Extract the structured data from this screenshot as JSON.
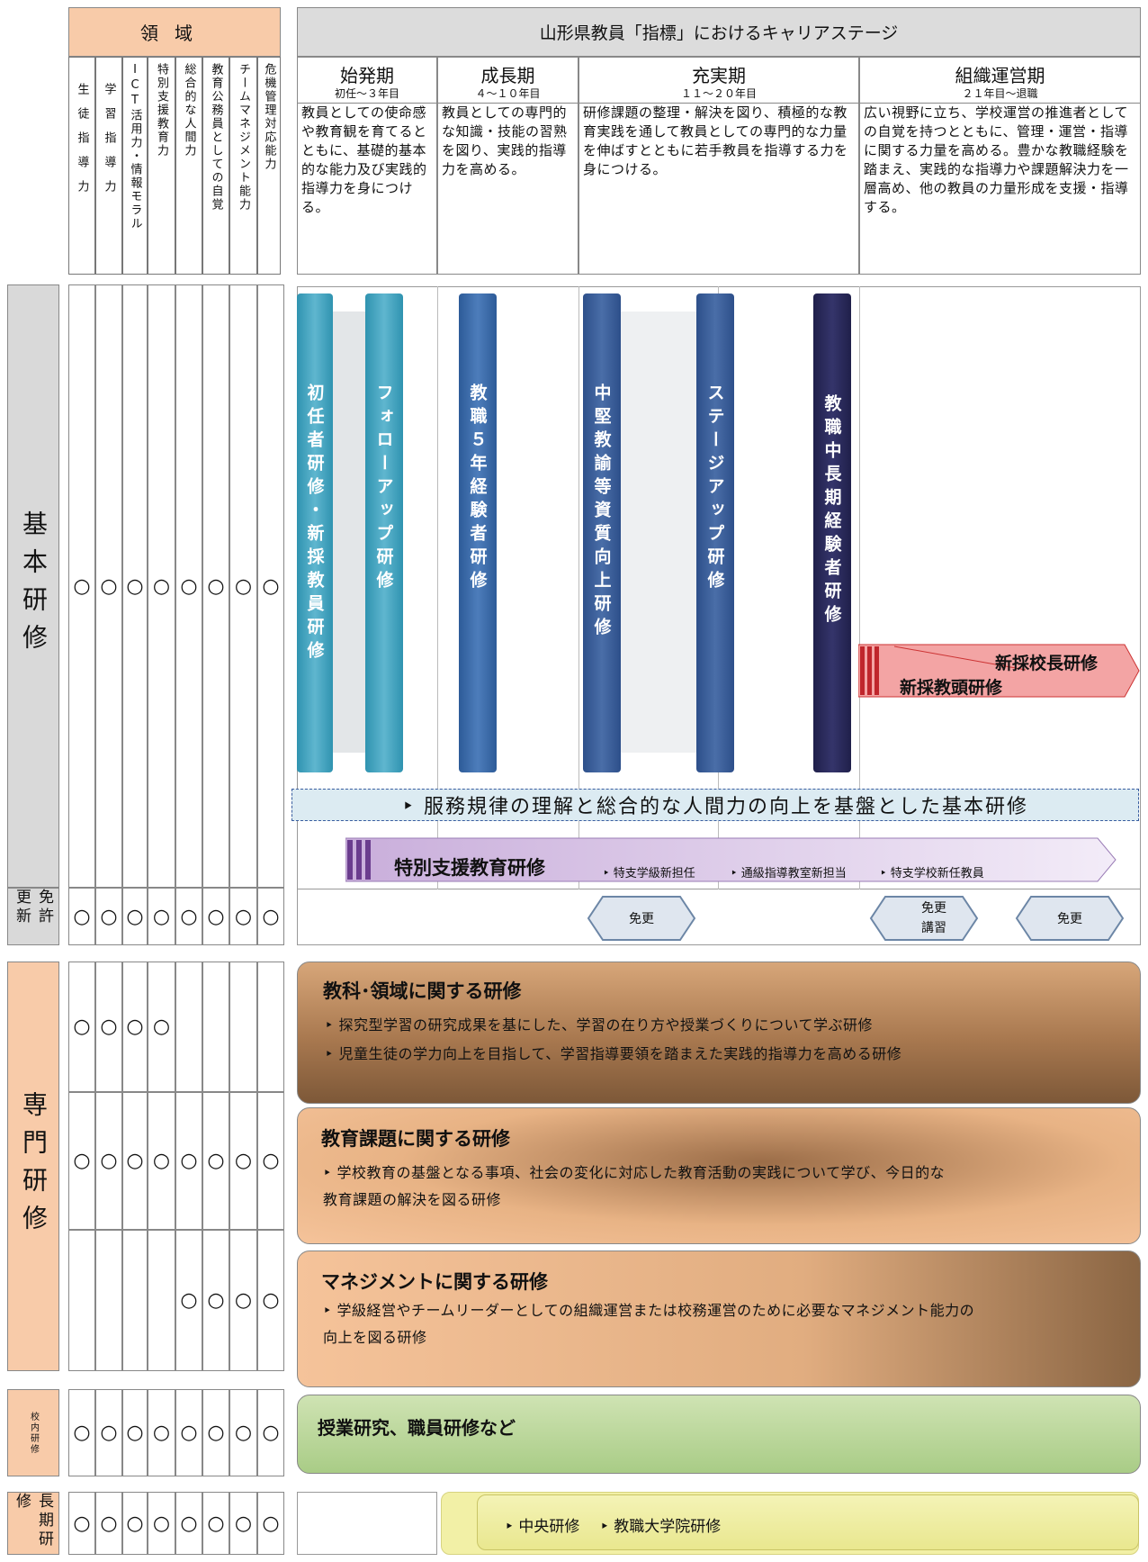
{
  "domains": {
    "title": "領域",
    "columns": [
      "生徒指導力",
      "学習指導力",
      "ICT活用力・情報モラル",
      "特別支援教育力",
      "総合的な人間力",
      "教育公務員としての自覚",
      "チームマネジメント能力",
      "危機管理対応能力"
    ]
  },
  "career": {
    "title": "山形県教員「指標」におけるキャリアステージ",
    "stages": [
      {
        "name": "始発期",
        "years": "初任～３年目",
        "desc": "教員としての使命感や教育観を育てるとともに、基礎的基本的な能力及び実践的指導力を身につける。"
      },
      {
        "name": "成長期",
        "years": "４～１０年目",
        "desc": "教員としての専門的な知識・技能の習熟を図り、実践的指導力を高める。"
      },
      {
        "name": "充実期",
        "years": "１１～２０年目",
        "desc": "研修課題の整理・解決を図り、積極的な教育実践を通して教員としての専門的な力量を伸ばすとともに若手教員を指導する力を身につける。"
      },
      {
        "name": "組織運営期",
        "years": "２１年目～退職",
        "desc": "広い視野に立ち、学校運営の推進者としての自覚を持つとともに、管理・運営・指導に関する力量を高める。豊かな教職経験を踏まえ、実践的な指導力や課題解決力を一層高め、他の教員の力量形成を支援・指導する。"
      }
    ]
  },
  "mark": "○",
  "rows": {
    "kihon": {
      "label": "基本研修",
      "marks": [
        true,
        true,
        true,
        true,
        true,
        true,
        true,
        true
      ]
    },
    "menkyo": {
      "label": "免許更新",
      "marks": [
        true,
        true,
        true,
        true,
        true,
        true,
        true,
        true
      ]
    },
    "senmon": {
      "label": "専門研修",
      "r1": [
        true,
        true,
        true,
        true,
        false,
        false,
        false,
        false
      ],
      "r2": [
        true,
        true,
        true,
        true,
        true,
        true,
        true,
        true
      ],
      "r3": [
        false,
        false,
        false,
        false,
        true,
        true,
        true,
        true
      ]
    },
    "konai": {
      "label": "校内研修",
      "marks": [
        true,
        true,
        true,
        true,
        true,
        true,
        true,
        true
      ]
    },
    "choki": {
      "label": "長期研修",
      "marks": [
        true,
        true,
        true,
        true,
        true,
        true,
        true,
        true
      ]
    }
  },
  "books": [
    "初任者研修・新採教員研修",
    "フォローアップ研修",
    "教職５年経験者研修",
    "中堅教諭等資質向上研修",
    "ステージアップ研修",
    "教職中長期経験者研修"
  ],
  "principal": {
    "a": "新採校長研修",
    "b": "新採教頭研修"
  },
  "kihon_banner": "‣ 服務規律の理解と総合的な人間力の向上を基盤とした基本研修",
  "tokushi": {
    "title": "特別支援教育研修",
    "items": [
      "‣ 特支学級新担任",
      "‣ 通級指導教室新担当",
      "‣ 特支学校新任教員"
    ]
  },
  "koushin": {
    "a": "免更",
    "b": "免更講習",
    "c": "免更"
  },
  "senmon_boxes": [
    {
      "title": "教科･領域に関する研修",
      "lines": [
        "‣ 探究型学習の研究成果を基にした、学習の在り方や授業づくりについて学ぶ研修",
        "‣ 児童生徒の学力向上を目指して、学習指導要領を踏まえた実践的指導力を高める研修"
      ]
    },
    {
      "title": "教育課題に関する研修",
      "lines": [
        "‣ 学校教育の基盤となる事項、社会の変化に対応した教育活動の実践について学び、今日的な",
        "教育課題の解決を図る研修"
      ]
    },
    {
      "title": "マネジメントに関する研修",
      "lines": [
        "‣ 学級経営やチームリーダーとしての組織運営または校務運営のために必要なマネジメント能力の",
        "向上を図る研修"
      ]
    }
  ],
  "konai_box": "授業研究、職員研修など",
  "choki_box": "‣ 中央研修　 ‣ 教職大学院研修"
}
